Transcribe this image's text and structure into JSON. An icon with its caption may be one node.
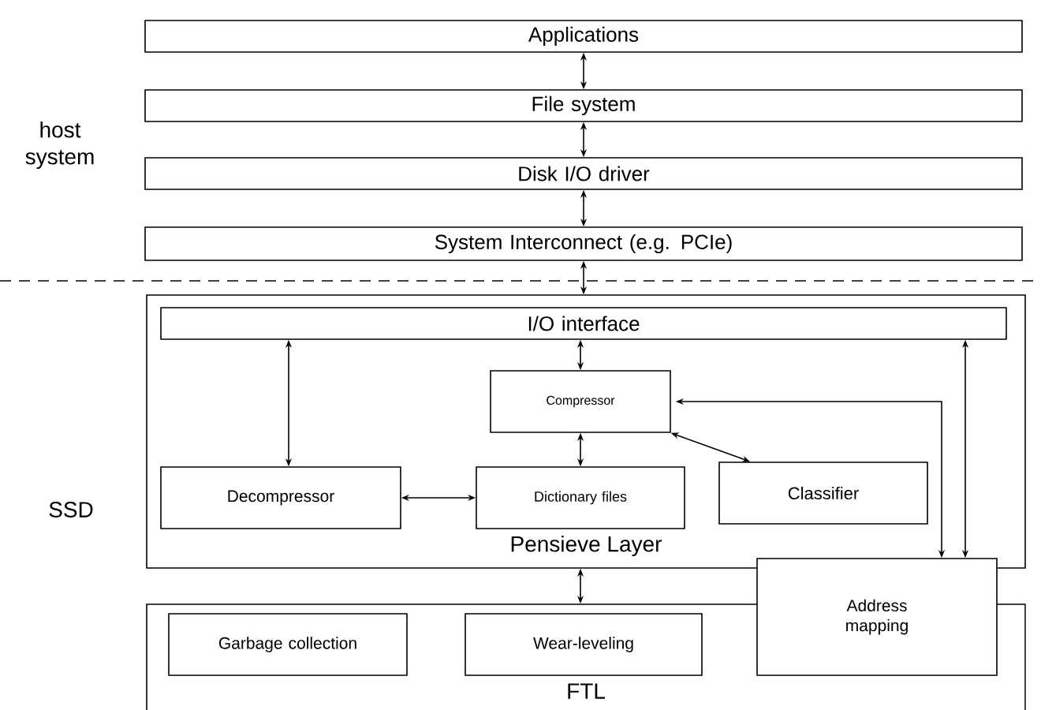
{
  "diagram": {
    "nodes": [
      {
        "text": [
          "Applications"
        ]
      },
      {
        "text": [
          "File system"
        ]
      },
      {
        "text": [
          "Disk I/O driver"
        ]
      },
      {
        "text": [
          "System Interconnect (e.g. PCIe)"
        ]
      },
      {
        "text": [
          "Pensieve Layer"
        ]
      },
      {
        "text": [
          "I/O interface"
        ],
        "in": 4
      },
      {
        "text": [
          "Compressor"
        ],
        "in": 4
      },
      {
        "text": [
          "Decompressor"
        ],
        "in": 4
      },
      {
        "text": [
          "Dictionary files"
        ],
        "in": 4
      },
      {
        "text": [
          "Classifier"
        ],
        "in": 4
      },
      {
        "text": [
          "FTL"
        ]
      },
      {
        "text": [
          "Garbage collection"
        ],
        "in": 10
      },
      {
        "text": [
          "Wear-leveling"
        ],
        "in": 10
      },
      {
        "text": [
          "Address mapping"
        ]
      }
    ],
    "edges": [
      {
        "from": 0,
        "to": 1,
        "arrow": "both"
      },
      {
        "from": 1,
        "to": 2,
        "arrow": "both"
      },
      {
        "from": 2,
        "to": 3,
        "arrow": "both"
      },
      {
        "from": 3,
        "to": 4,
        "arrow": "both"
      },
      {
        "from": 5,
        "to": 6,
        "arrow": "both"
      },
      {
        "from": 5,
        "to": 7,
        "arrow": "both"
      },
      {
        "from": 6,
        "to": 8,
        "arrow": "both"
      },
      {
        "from": 7,
        "to": 8,
        "arrow": "both"
      },
      {
        "from": 6,
        "to": 9,
        "arrow": "both"
      },
      {
        "from": 6,
        "to": 13,
        "arrow": "both"
      },
      {
        "from": 5,
        "to": 13,
        "arrow": "both"
      },
      {
        "from": 4,
        "to": 10,
        "arrow": "both"
      }
    ],
    "labels": [
      "host system",
      "SSD"
    ]
  }
}
